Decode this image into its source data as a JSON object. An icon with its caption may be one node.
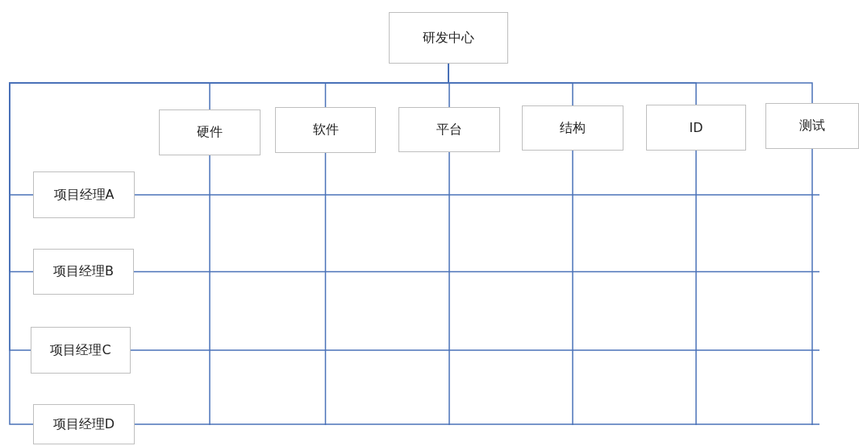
{
  "diagram": {
    "nodes": [
      {
        "text": [
          "研发中心"
        ]
      },
      {
        "text": [
          "硬件"
        ]
      },
      {
        "text": [
          "软件"
        ]
      },
      {
        "text": [
          "平台"
        ]
      },
      {
        "text": [
          "结构"
        ]
      },
      {
        "text": [
          "ID"
        ]
      },
      {
        "text": [
          "测试"
        ]
      },
      {
        "text": [
          "项目经理A"
        ]
      },
      {
        "text": [
          "项目经理B"
        ]
      },
      {
        "text": [
          "项目经理C"
        ]
      },
      {
        "text": [
          "项目经理D"
        ]
      }
    ],
    "edges": [
      {
        "from": 0,
        "to": 1,
        "arrow": "none"
      },
      {
        "from": 0,
        "to": 2,
        "arrow": "none"
      },
      {
        "from": 0,
        "to": 3,
        "arrow": "none"
      },
      {
        "from": 0,
        "to": 4,
        "arrow": "none"
      },
      {
        "from": 0,
        "to": 5,
        "arrow": "none"
      },
      {
        "from": 0,
        "to": 6,
        "arrow": "none"
      },
      {
        "from": 0,
        "to": 7,
        "arrow": "none"
      },
      {
        "from": 0,
        "to": 8,
        "arrow": "none"
      },
      {
        "from": 0,
        "to": 9,
        "arrow": "none"
      },
      {
        "from": 0,
        "to": 10,
        "arrow": "none"
      },
      {
        "from": 7,
        "to": null,
        "arrow": "none"
      },
      {
        "from": 8,
        "to": null,
        "arrow": "none"
      },
      {
        "from": 9,
        "to": null,
        "arrow": "none"
      },
      {
        "from": 10,
        "to": null,
        "arrow": "none"
      },
      {
        "from": 1,
        "to": null,
        "arrow": "none"
      },
      {
        "from": 2,
        "to": null,
        "arrow": "none"
      },
      {
        "from": 3,
        "to": null,
        "arrow": "none"
      },
      {
        "from": 4,
        "to": null,
        "arrow": "none"
      },
      {
        "from": 5,
        "to": null,
        "arrow": "none"
      },
      {
        "from": 6,
        "to": null,
        "arrow": "none"
      }
    ]
  }
}
